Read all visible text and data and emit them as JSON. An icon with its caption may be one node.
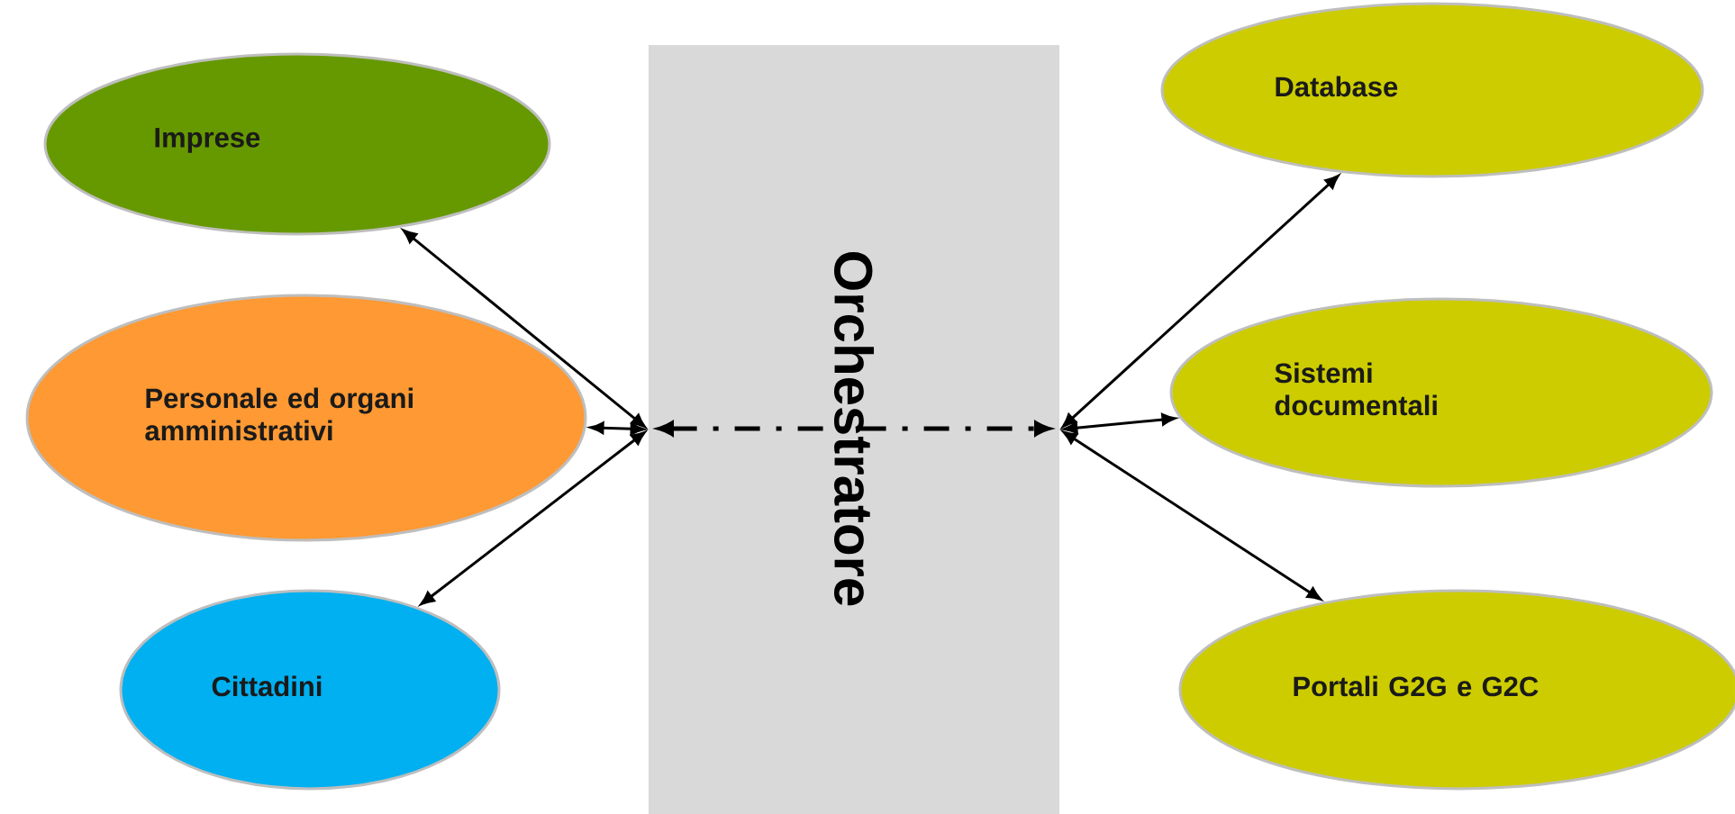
{
  "diagram": {
    "nodes": [
      {
        "text": [
          "Orchestratore"
        ]
      },
      {
        "text": [
          "Imprese"
        ]
      },
      {
        "text": [
          "Personale ed organi amministrativi"
        ]
      },
      {
        "text": [
          "Cittadini"
        ]
      },
      {
        "text": [
          "Database"
        ]
      },
      {
        "text": [
          "Sistemi documentali"
        ]
      },
      {
        "text": [
          "Portali G2G e G2C"
        ]
      }
    ],
    "edges": [
      {
        "from": 0,
        "to": 1,
        "arrow": "both"
      },
      {
        "from": 0,
        "to": 2,
        "arrow": "both"
      },
      {
        "from": 0,
        "to": 3,
        "arrow": "both"
      },
      {
        "from": 0,
        "to": 4,
        "arrow": "both"
      },
      {
        "from": 0,
        "to": 5,
        "arrow": "both"
      },
      {
        "from": 0,
        "to": 6,
        "arrow": "both"
      }
    ]
  }
}
